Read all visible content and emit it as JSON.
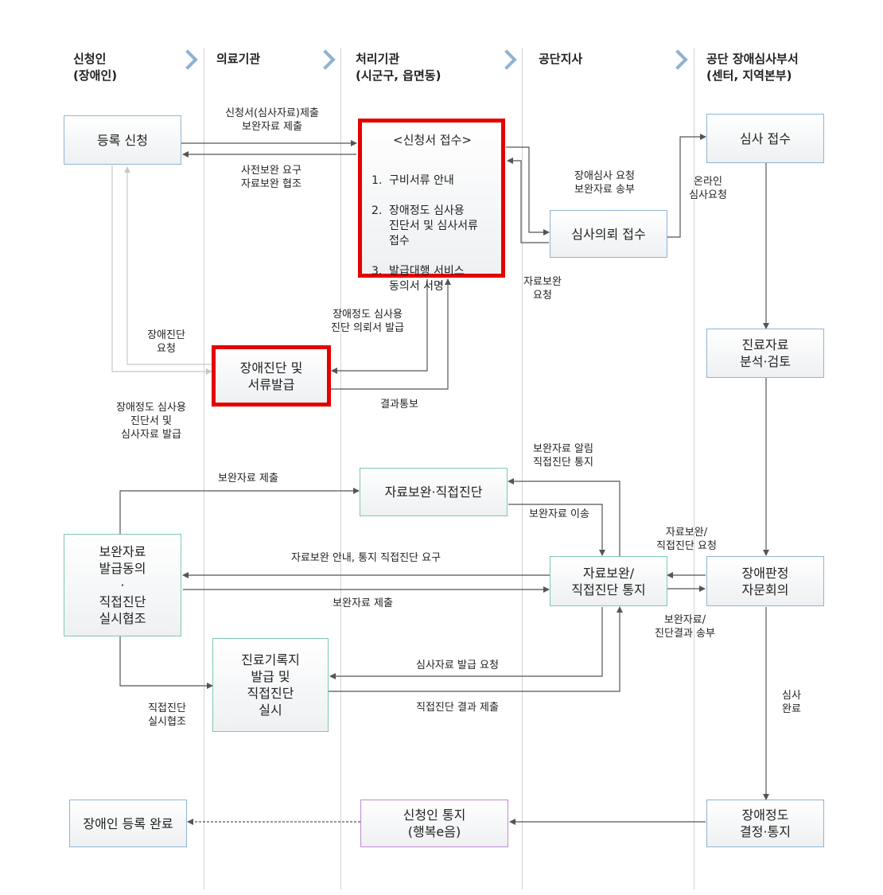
{
  "lanes": [
    {
      "title": "신청인\n(장애인)"
    },
    {
      "title": "의료기관"
    },
    {
      "title": "처리기관\n(시군구, 읍면동)"
    },
    {
      "title": "공단지사"
    },
    {
      "title": "공단 장애심사부서\n(센터, 지역본부)"
    }
  ],
  "boxes": {
    "register_apply": "등록 신청",
    "reception_title": "<신청서 접수>",
    "reception_items": [
      {
        "no": "1.",
        "text": "구비서류 안내"
      },
      {
        "no": "2.",
        "text": "장애정도 심사용\n진단서 및 심사서류\n접수"
      },
      {
        "no": "3.",
        "text": "발급대행 서비스\n동의서 서명"
      }
    ],
    "review_receipt": "심사 접수",
    "review_request_receipt": "심사의뢰 접수",
    "diagnosis_issue": "장애진단 및\n서류발급",
    "data_analysis": "진료자료\n분석·검토",
    "supplement_direct": "자료보완·직접진단",
    "supplement_consent": "보완자료\n발급동의\n·\n직접진단\n실시협조",
    "supplement_notice": "자료보완/\n직접진단 통지",
    "committee": "장애판정\n자문회의",
    "medical_record": "진료기록지\n발급 및\n직접진단\n실시",
    "registration_done": "장애인 등록 완료",
    "applicant_notice": "신청인 통지\n(행복e음)",
    "grade_decision": "장애정도\n결정·통지"
  },
  "labels": {
    "submit_application": "신청서(심사자료)제출\n보완자료 제출",
    "pre_supplement": "사전보완 요구\n자료보완 협조",
    "review_request_send": "장애심사 요청\n보완자료 송부",
    "online_request": "온라인\n심사요청",
    "supplement_request_branch": "자료보완\n요청",
    "diagnosis_request": "장애진단\n요청",
    "diagnosis_referral": "장애정도 심사용\n진단 의뢰서 발급",
    "result_notice": "결과통보",
    "diagnosis_docs_issue": "장애정도 심사용\n진단서 및\n심사자료 발급",
    "supplement_alert": "보완자료 알림\n직접진단 통지",
    "supplement_submit_top": "보완자료 제출",
    "supplement_transfer": "보완자료 이송",
    "supplement_direct_request": "자료보완/\n직접진단 요청",
    "supplement_guide": "자료보완 안내, 통지 직접진단 요구",
    "supplement_submit_mid": "보완자료 제출",
    "supplement_result_send": "보완자료/\n진단결과 송부",
    "review_docs_request": "심사자료 발급 요청",
    "direct_result_submit": "직접진단 결과 제출",
    "review_done": "심사\n완료",
    "direct_cooperation": "직접진단\n실시협조"
  },
  "colors": {
    "highlight": "#e50000",
    "blue_border": "#8fb4d6",
    "green_border": "#7fc7b0",
    "purple_border": "#c08ad0",
    "chevron": "#8fb2d2",
    "arrow": "#555555",
    "arrow_light": "#c8c8c8"
  }
}
